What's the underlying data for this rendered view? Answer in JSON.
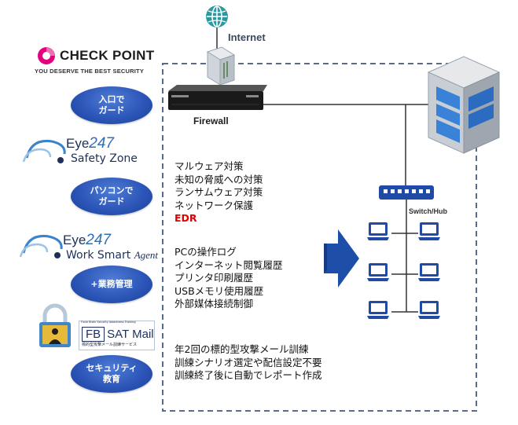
{
  "brands": {
    "checkpoint": {
      "name": "CHECK POINT",
      "tagline": "YOU DESERVE THE BEST SECURITY"
    },
    "safety_zone": {
      "prefix": "Eye",
      "number": "247",
      "sub": "Safety Zone"
    },
    "work_smart": {
      "prefix": "Eye",
      "number": "247",
      "sub": "Work Smart",
      "suffix": "Agent"
    },
    "fb_sat": {
      "top": "Fusie Brain Security Awareness Training",
      "badge": "FB",
      "name": "SAT Mail",
      "sub": "標的型攻撃メール訓練サービス"
    }
  },
  "pills": [
    {
      "line1": "入口で",
      "line2": "ガード"
    },
    {
      "line1": "パソコンで",
      "line2": "ガード"
    },
    {
      "line1": "+業務管理",
      "line2": ""
    },
    {
      "line1": "セキュリティ",
      "line2": "教育"
    }
  ],
  "network": {
    "internet_label": "Internet",
    "firewall_label": "Firewall",
    "switch_label": "Switch/Hub"
  },
  "features_security": {
    "lines": [
      "マルウェア対策",
      "未知の脅威への対策",
      "ランサムウェア対策",
      "ネットワーク保護"
    ],
    "highlight": "EDR"
  },
  "features_management": {
    "lines": [
      "PCの操作ログ",
      "インターネット閲覧履歴",
      "プリンタ印刷履歴",
      "USBメモリ使用履歴",
      "外部媒体接続制御"
    ]
  },
  "features_training": {
    "lines": [
      "年2回の標的型攻撃メール訓練",
      "訓練シナリオ選定や配信設定不要",
      "訓練終了後に自動でレポート作成"
    ]
  },
  "colors": {
    "pill_blue": "#2c56b8",
    "dashed_border": "#5a6b86",
    "arrow_blue": "#1e4fa8",
    "highlight_red": "#e00000",
    "globe_teal": "#2a9aa0",
    "cp_pink": "#e5007e"
  },
  "icons": {
    "globe": "globe-icon",
    "firewall": "firewall-appliance-icon",
    "server": "server-building-icon",
    "switch": "switch-hub-icon",
    "laptop": "laptop-icon",
    "lock": "padlock-icon",
    "arrow": "right-arrow-icon"
  }
}
